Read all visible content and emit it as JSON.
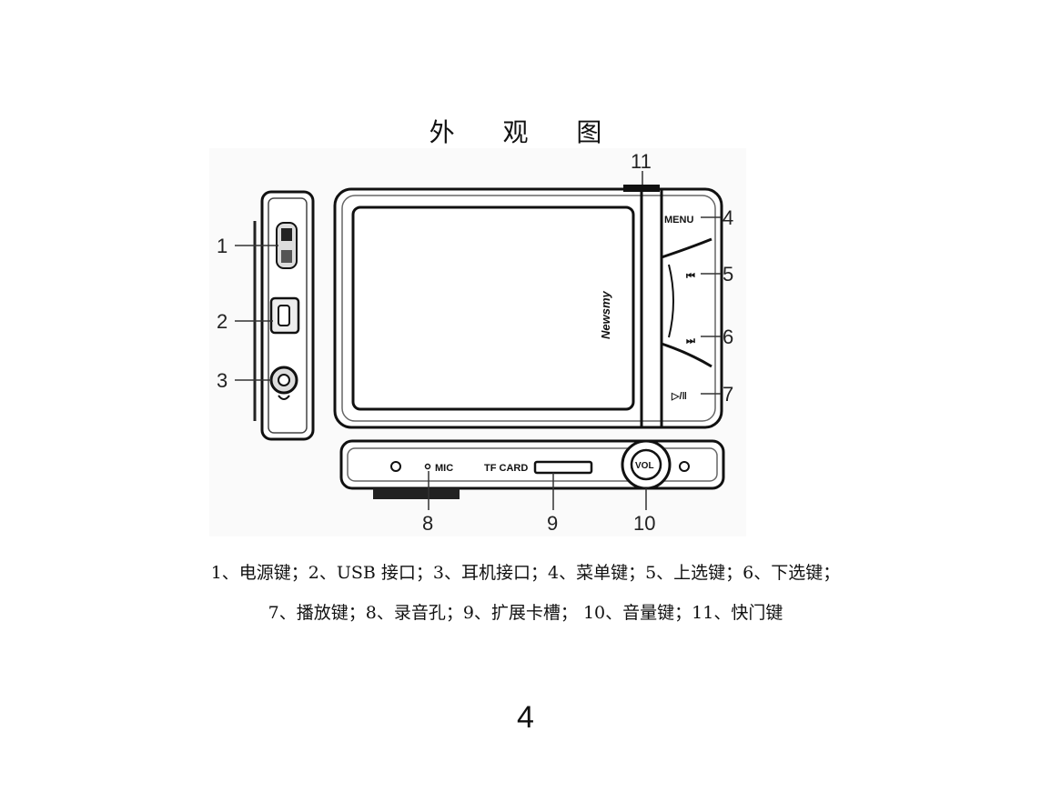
{
  "page": {
    "title": "外 观 图",
    "page_number": "4"
  },
  "figure": {
    "callouts": [
      "1",
      "2",
      "3",
      "4",
      "5",
      "6",
      "7",
      "8",
      "9",
      "10",
      "11"
    ],
    "device_labels": {
      "brand": "Newsmy",
      "menu": "MENU",
      "mic": "MIC",
      "tf_card": "TF CARD",
      "vol": "VOL"
    }
  },
  "captions": {
    "line1": "1、电源键；2、USB 接口；3、耳机接口；4、菜单键；5、上选键；6、下选键；",
    "line2": "7、播放键；8、录音孔；9、扩展卡槽；  10、音量键；11、快门键"
  }
}
